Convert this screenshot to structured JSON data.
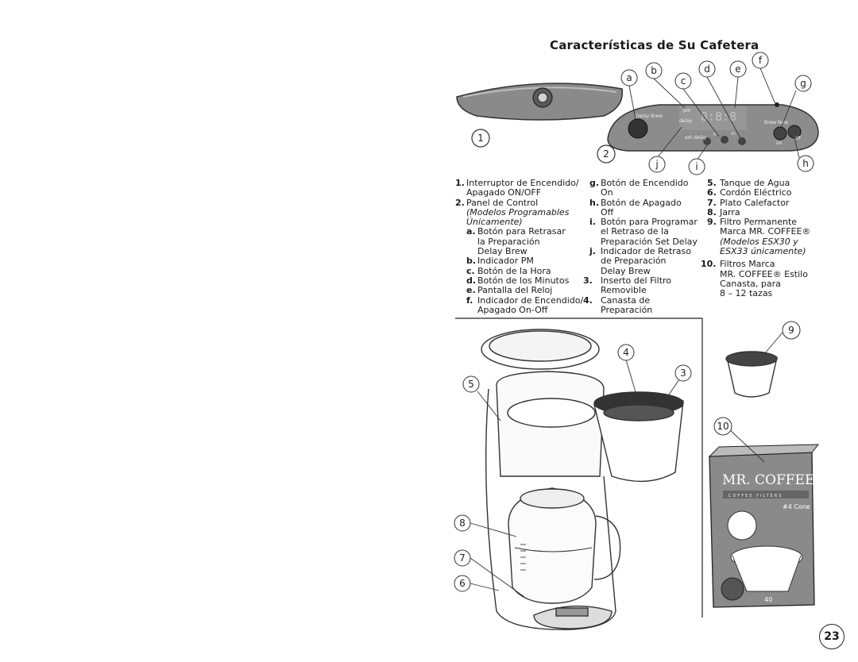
{
  "page": {
    "title": "Características de Su Cafetera",
    "page_number": "23"
  },
  "callouts": {
    "a": "a",
    "b": "b",
    "c": "c",
    "d": "d",
    "e": "e",
    "f": "f",
    "g": "g",
    "h": "h",
    "i": "i",
    "j": "j",
    "n1": "1",
    "n2": "2",
    "n3": "3",
    "n4": "4",
    "n5": "5",
    "n6": "6",
    "n7": "7",
    "n8": "8",
    "n9": "9",
    "n10": "10"
  },
  "panel": {
    "delay_brew": "Delay Brew",
    "pm": "pm",
    "delay": "delay",
    "set_delay": "set delay",
    "h": "h",
    "m": "m",
    "brew_now": "Brew Now",
    "on": "on",
    "off": "off",
    "display": "8:8:8"
  },
  "filters_box": {
    "brand": "MR. COFFEE",
    "subtitle": "COFFEE FILTERS",
    "cone": "#4 Cone",
    "count": "40"
  },
  "legend": {
    "col1": [
      {
        "num": "1.",
        "lines": [
          "Interruptor de Encendido/",
          "Apagado ON/OFF"
        ]
      },
      {
        "num": "2.",
        "lines": [
          "Panel de Control"
        ],
        "italic": [
          "(Modelos Programables",
          "Únicamente)"
        ]
      },
      {
        "num": "a.",
        "lines": [
          "Botón para Retrasar",
          "la Preparación",
          "Delay Brew"
        ]
      },
      {
        "num": "b.",
        "lines": [
          "Indicador PM"
        ]
      },
      {
        "num": "c.",
        "lines": [
          "Botón de la Hora"
        ]
      },
      {
        "num": "d.",
        "lines": [
          "Botón de los Minutos"
        ]
      },
      {
        "num": "e.",
        "lines": [
          "Pantalla del Reloj"
        ]
      },
      {
        "num": "f.",
        "lines": [
          "Indicador de Encendido/",
          "Apagado On-Off"
        ]
      }
    ],
    "col2": [
      {
        "num": "g.",
        "lines": [
          "Botón de Encendido",
          "On"
        ]
      },
      {
        "num": "h.",
        "lines": [
          "Botón de Apagado",
          "Off"
        ]
      },
      {
        "num": "i.",
        "lines": [
          "Botón para Programar",
          "el Retraso de la",
          "Preparación Set Delay"
        ]
      },
      {
        "num": "j.",
        "lines": [
          "Indicador de Retraso",
          "de Preparación",
          "Delay Brew"
        ]
      },
      {
        "num": "3.",
        "lines": [
          "Inserto del Filtro",
          "Removible"
        ]
      },
      {
        "num": "4.",
        "lines": [
          "Canasta de",
          "Preparación"
        ]
      }
    ],
    "col3": [
      {
        "num": "5.",
        "lines": [
          "Tanque de Agua"
        ]
      },
      {
        "num": "6.",
        "lines": [
          "Cordón Eléctrico"
        ]
      },
      {
        "num": "7.",
        "lines": [
          "Plato Calefactor"
        ]
      },
      {
        "num": "8.",
        "lines": [
          "Jarra"
        ]
      },
      {
        "num": "9.",
        "lines": [
          "Filtro Permanente",
          "Marca MR. COFFEE®"
        ],
        "italic": [
          "(Modelos ESX30 y",
          "ESX33 únicamente)"
        ]
      },
      {
        "num": "10.",
        "lines": [
          "Filtros Marca",
          "MR. COFFEE® Estilo",
          "Canasta, para",
          "8 – 12 tazas"
        ]
      }
    ]
  }
}
